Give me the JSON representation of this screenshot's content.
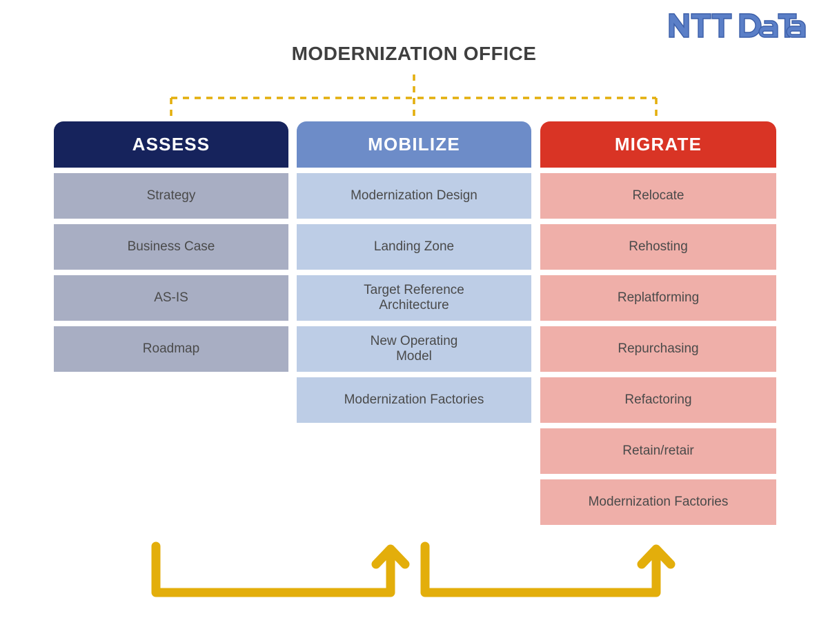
{
  "page": {
    "title": "MODERNIZATION OFFICE",
    "background": "#ffffff",
    "title_color": "#3f3f3f"
  },
  "logo": {
    "name": "ntt-data-logo",
    "text": "NTT DaTa",
    "color": "#5b7fc7"
  },
  "connector": {
    "name": "dashed-connector",
    "color": "#e3ae0b",
    "style": "dashed"
  },
  "columns": [
    {
      "id": "assess",
      "header": "ASSESS",
      "header_color": "#16235c",
      "cell_color": "#a8aec3",
      "text_color": "#4a4a4a",
      "items": [
        "Strategy",
        "Business Case",
        "AS-IS",
        "Roadmap"
      ]
    },
    {
      "id": "mobilize",
      "header": "MOBILIZE",
      "header_color": "#6d8cc8",
      "cell_color": "#bdcde6",
      "text_color": "#4a4a4a",
      "items": [
        "Modernization Design",
        "Landing Zone",
        "Target Reference\nArchitecture",
        "New Operating\nModel",
        "Modernization Factories"
      ]
    },
    {
      "id": "migrate",
      "header": "MIGRATE",
      "header_color": "#d93425",
      "cell_color": "#efafa9",
      "text_color": "#4a4a4a",
      "items": [
        "Relocate",
        "Rehosting",
        "Replatforming",
        "Repurchasing",
        "Refactoring",
        "Retain/retair",
        "Modernization Factories"
      ]
    }
  ],
  "arrows": {
    "name": "flow-arrows",
    "color": "#e3ae0b",
    "count": 2,
    "direction": "up"
  }
}
